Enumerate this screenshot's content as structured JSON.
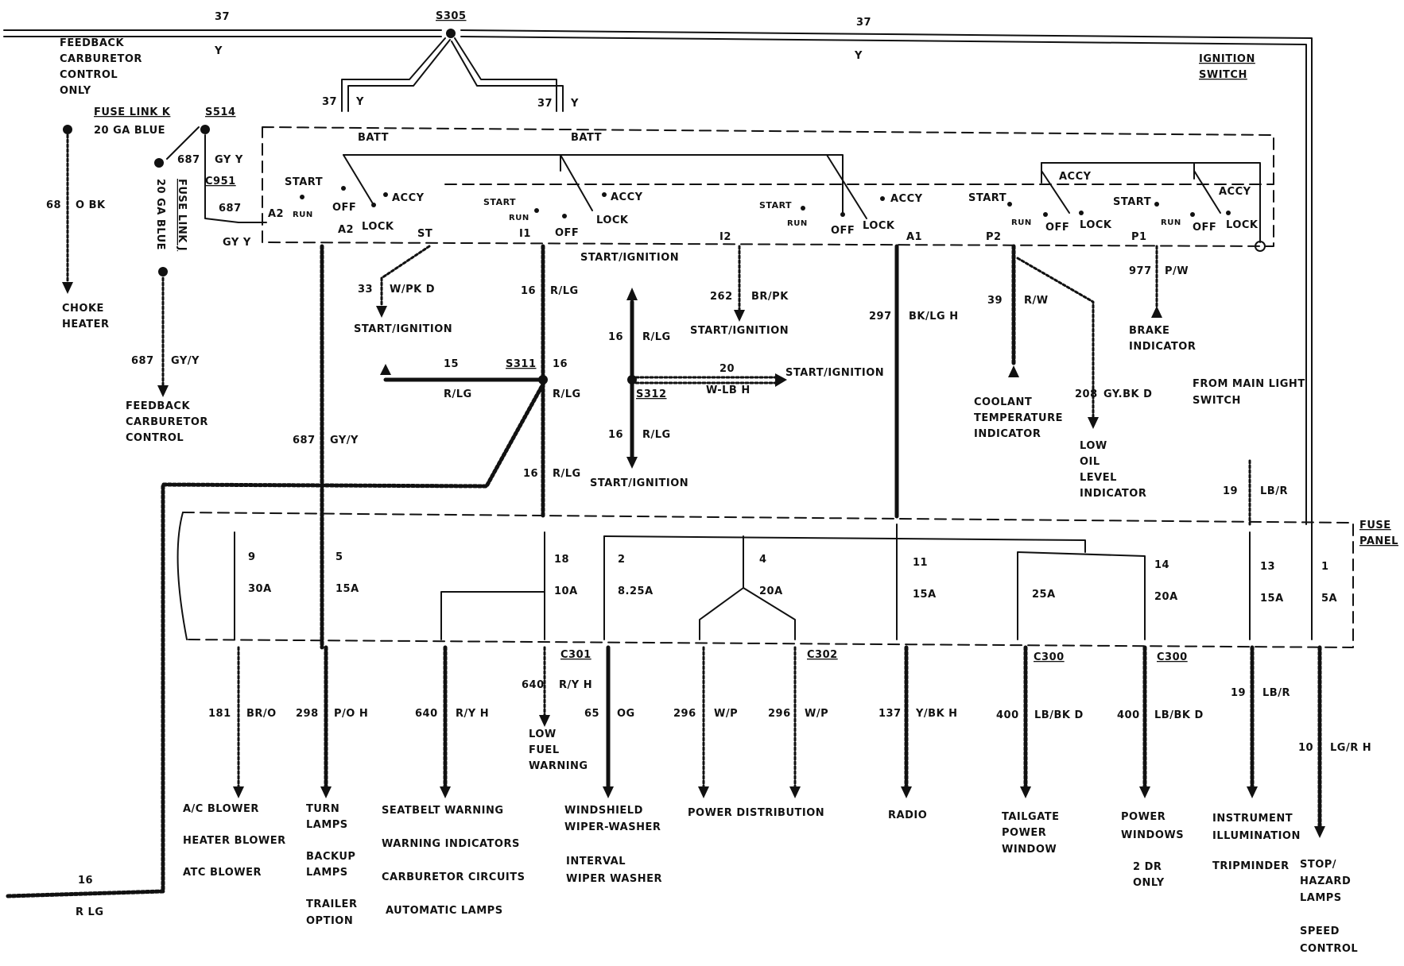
{
  "top": {
    "wire_left": "37",
    "wire_right": "37",
    "splice": "S305",
    "color_left": "Y",
    "color_right": "Y",
    "feedback_note": [
      "FEEDBACK",
      "CARBURETOR",
      "CONTROL",
      "ONLY"
    ],
    "ignition_switch": [
      "IGNITION",
      "SWITCH"
    ]
  },
  "left": {
    "fuse_link_k": "FUSE LINK K",
    "fuse_link_k_gauge": "20 GA BLUE",
    "splice_s514": "S514",
    "fuse_link_j": "FUSE LINK J",
    "fuse_link_j_gauge": "20 GA BLUE",
    "w687a": "687",
    "w687b": "687",
    "gyy_a": "GY Y",
    "gyy_b": "GY Y",
    "c951": "C951",
    "w68": "68",
    "w68_color": "O BK",
    "choke": [
      "CHOKE",
      "HEATER"
    ],
    "w687c": "687",
    "w687c_color": "GY/Y",
    "feedback": [
      "FEEDBACK",
      "CARBURETOR",
      "CONTROL"
    ],
    "w16": "16",
    "w16_color": "R LG"
  },
  "switch": {
    "batt": "BATT",
    "start": "START",
    "run": "RUN",
    "off": "OFF",
    "lock": "LOCK",
    "accy": "ACCY",
    "w37a": "37",
    "w37b": "37",
    "y_a": "Y",
    "y_b": "Y",
    "pins": [
      "A2",
      "A2",
      "ST",
      "I1",
      "I2",
      "A1",
      "P2",
      "P1"
    ]
  },
  "circuits": {
    "c33": "33",
    "c33_color": "W/PK D",
    "start_ign_1": "START/IGNITION",
    "c16a": "16",
    "c16a_color": "R/LG",
    "start_ign_mid": "START/IGNITION",
    "c262": "262",
    "c262_color": "BR/PK",
    "start_ign_2": "START/IGNITION",
    "c297": "297",
    "c297_color": "BK/LG H",
    "c39": "39",
    "c39_color": "R/W",
    "coolant": [
      "COOLANT",
      "TEMPERATURE",
      "INDICATOR"
    ],
    "c208": "208",
    "c208_color": "GY.BK D",
    "low_oil": [
      "LOW",
      "OIL",
      "LEVEL",
      "INDICATOR"
    ],
    "c977": "977",
    "c977_color": "P/W",
    "brake": [
      "BRAKE",
      "INDICATOR"
    ],
    "c15": "15",
    "c15_color": "R/LG",
    "s311": "S311",
    "c16b": "16",
    "c16b_color": "R/LG",
    "c16c": "16",
    "c16c_color": "R/LG",
    "s312": "S312",
    "c20": "20",
    "c20_color": "W-LB H",
    "start_ign_3": "START/IGNITION",
    "c16d": "16",
    "c16d_color": "R/LG",
    "c16e": "16",
    "c16e_color": "R/LG",
    "start_ign_4": "START/IGNITION",
    "c16f": "16",
    "c16f_color": "R/LG",
    "c687": "687",
    "c687_color": "GY/Y",
    "main_light": [
      "FROM MAIN LIGHT",
      "SWITCH"
    ],
    "c19a": "19",
    "c19a_color": "LB/R"
  },
  "fuse_panel": {
    "label": [
      "FUSE",
      "PANEL"
    ],
    "fuses": [
      {
        "num": "9",
        "amp": "30A"
      },
      {
        "num": "5",
        "amp": "15A"
      },
      {
        "num": "18",
        "amp": "10A"
      },
      {
        "num": "2",
        "amp": "8.25A"
      },
      {
        "num": "4",
        "amp": "20A"
      },
      {
        "num": "11",
        "amp": "15A"
      },
      {
        "num": "",
        "amp": "25A"
      },
      {
        "num": "14",
        "amp": "20A"
      },
      {
        "num": "13",
        "amp": "15A"
      },
      {
        "num": "1",
        "amp": "5A"
      }
    ],
    "c301": "C301",
    "c302": "C302",
    "c300a": "C300",
    "c300b": "C300"
  },
  "outputs": {
    "o181": "181",
    "o181_color": "BR/O",
    "o298": "298",
    "o298_color": "P/O H",
    "o640a": "640",
    "o640a_color": "R/Y H",
    "o640b": "640",
    "o640b_color": "R/Y H",
    "o65": "65",
    "o65_color": "OG",
    "o296a": "296",
    "o296a_color": "W/P",
    "o296b": "296",
    "o296b_color": "W/P",
    "o137": "137",
    "o137_color": "Y/BK H",
    "o400a": "400",
    "o400a_color": "LB/BK D",
    "o400b": "400",
    "o400b_color": "LB/BK D",
    "o19": "19",
    "o19_color": "LB/R",
    "o10": "10",
    "o10_color": "LG/R H",
    "ac": [
      "A/C BLOWER",
      "HEATER BLOWER",
      "ATC BLOWER"
    ],
    "turn": [
      "TURN",
      "LAMPS",
      "BACKUP",
      "LAMPS",
      "TRAILER",
      "OPTION"
    ],
    "seatbelt": [
      "SEATBELT WARNING",
      "WARNING INDICATORS",
      "CARBURETOR CIRCUITS",
      "AUTOMATIC LAMPS"
    ],
    "lowfuel": [
      "LOW",
      "FUEL",
      "WARNING"
    ],
    "wiper": [
      "WINDSHIELD",
      "WIPER-WASHER",
      "INTERVAL",
      "WIPER WASHER"
    ],
    "power_dist": "POWER DISTRIBUTION",
    "radio": "RADIO",
    "tailgate": [
      "TAILGATE",
      "POWER",
      "WINDOW"
    ],
    "power_windows": [
      "POWER",
      "WINDOWS",
      "2 DR",
      "ONLY"
    ],
    "instrument": [
      "INSTRUMENT",
      "ILLUMINATION",
      "TRIPMINDER"
    ],
    "stop": [
      "STOP/",
      "HAZARD",
      "LAMPS",
      "SPEED",
      "CONTROL"
    ]
  }
}
